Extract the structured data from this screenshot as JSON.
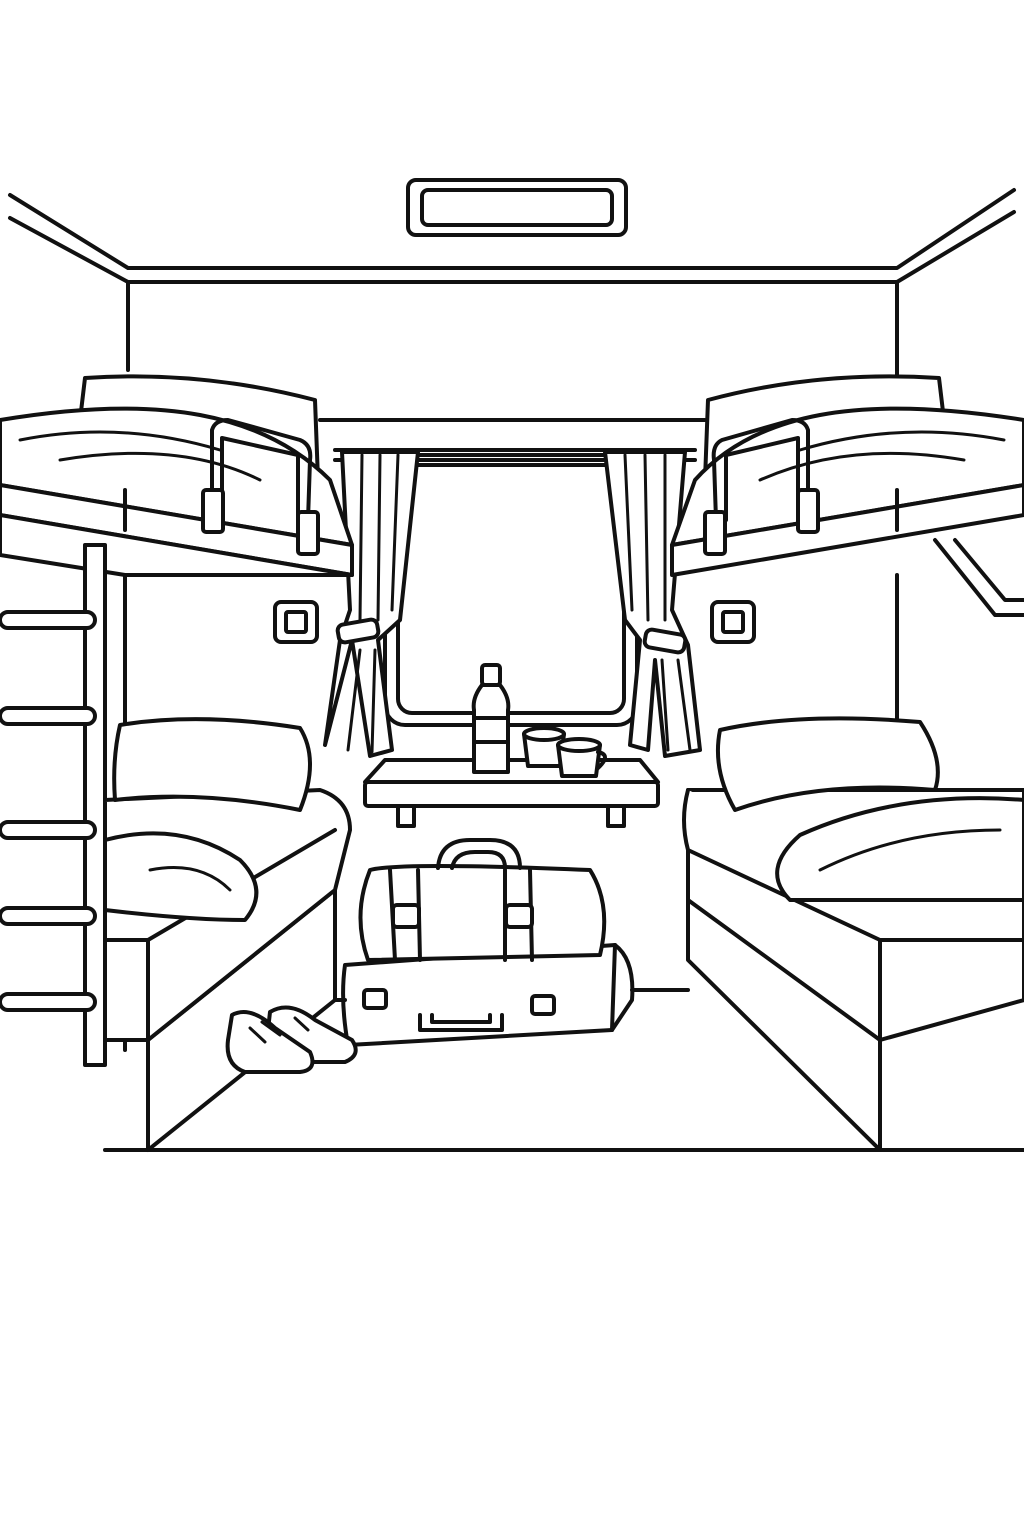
{
  "scene": {
    "style": "black line art coloring page",
    "colors": {
      "line": "#111111",
      "background": "#ffffff"
    },
    "objects": [
      "ceiling-light",
      "window",
      "curtains",
      "upper-bunks",
      "lower-bunks",
      "ladder",
      "table",
      "bottle",
      "cups",
      "duffel-bag",
      "suitcase",
      "shoes",
      "wall-switches"
    ]
  }
}
